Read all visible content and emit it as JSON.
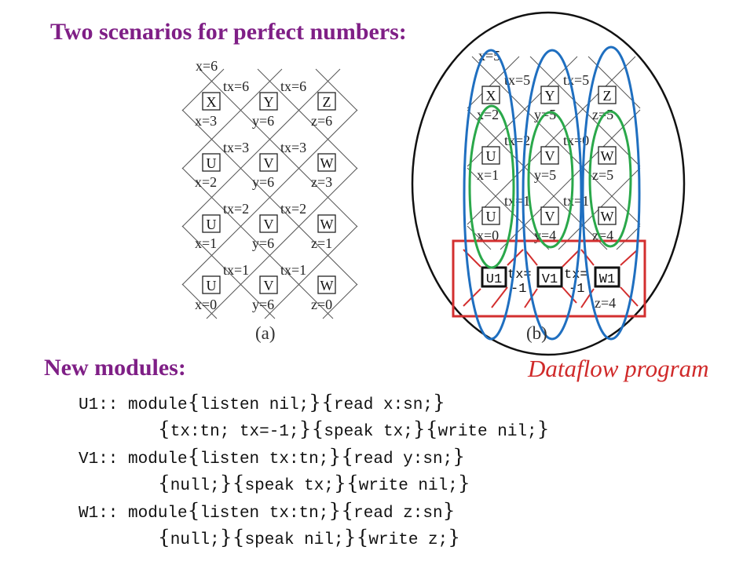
{
  "slide": {
    "title": "Two scenarios for perfect numbers:",
    "section": "New modules:",
    "subtitle": "Dataflow program"
  },
  "figure_a": {
    "caption": "(a)",
    "top": "x=6",
    "rows": [
      {
        "boxes": [
          "X",
          "Y",
          "Z"
        ],
        "tx": [
          "tx=6",
          "tx=6"
        ],
        "vals": [
          "x=3",
          "y=6",
          "z=6"
        ]
      },
      {
        "boxes": [
          "U",
          "V",
          "W"
        ],
        "tx": [
          "tx=3",
          "tx=3"
        ],
        "vals": [
          "x=2",
          "y=6",
          "z=3"
        ]
      },
      {
        "boxes": [
          "U",
          "V",
          "W"
        ],
        "tx": [
          "tx=2",
          "tx=2"
        ],
        "vals": [
          "x=1",
          "y=6",
          "z=1"
        ]
      },
      {
        "boxes": [
          "U",
          "V",
          "W"
        ],
        "tx": [
          "tx=1",
          "tx=1"
        ],
        "vals": [
          "x=0",
          "y=6",
          "z=0"
        ]
      }
    ]
  },
  "figure_b": {
    "caption": "(b)",
    "top": "x=5",
    "rows": [
      {
        "boxes": [
          "X",
          "Y",
          "Z"
        ],
        "tx": [
          "tx=5",
          "tx=5"
        ],
        "vals": [
          "x=2",
          "y=5",
          "z=5"
        ]
      },
      {
        "boxes": [
          "U",
          "V",
          "W"
        ],
        "tx": [
          "tx=2",
          "tx=0"
        ],
        "vals": [
          "x=1",
          "y=5",
          "z=5"
        ]
      },
      {
        "boxes": [
          "U",
          "V",
          "W"
        ],
        "tx": [
          "tx=1",
          "tx=1"
        ],
        "vals": [
          "x=0",
          "y=4",
          "z=4"
        ]
      }
    ],
    "new_row": {
      "boxes": [
        "U1",
        "V1",
        "W1"
      ],
      "tx_top": [
        "tx=",
        "tx="
      ],
      "tx_bottom": [
        "-1",
        "-1"
      ],
      "bottom_val": "z=4"
    }
  },
  "code": [
    {
      "pre": "U1:: module",
      "parts": [
        "listen nil;",
        "read x:sn;"
      ]
    },
    {
      "pre": "        ",
      "parts": [
        "tx:tn; tx=-1;",
        "speak tx;",
        "write nil;"
      ]
    },
    {
      "pre": "V1:: module",
      "parts": [
        "listen tx:tn;",
        "read y:sn;"
      ]
    },
    {
      "pre": "        ",
      "parts": [
        "null;",
        "speak tx;",
        "write nil;"
      ]
    },
    {
      "pre": "W1:: module",
      "parts": [
        "listen tx:tn;",
        "read z:sn"
      ]
    },
    {
      "pre": "        ",
      "parts": [
        "null;",
        "speak nil;",
        "write z;"
      ]
    }
  ],
  "colors": {
    "heading": "#7f1f86",
    "subtitle": "#d02a2a",
    "blue_ellipse": "#1f6fc0",
    "green_ellipse": "#2aa84a",
    "red_highlight": "#d32f2f"
  }
}
